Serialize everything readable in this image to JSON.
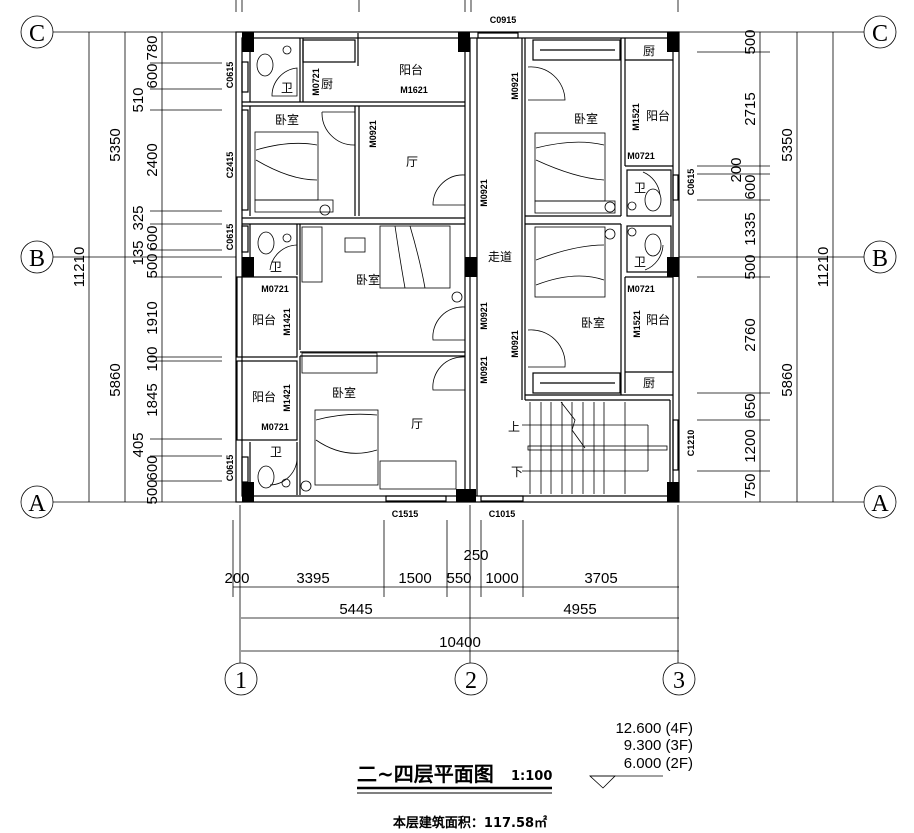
{
  "axes": {
    "rows": [
      "C",
      "B",
      "A"
    ],
    "cols": [
      "1",
      "2",
      "3"
    ]
  },
  "left_dims": {
    "total": "11210",
    "mid": [
      "5350",
      "5860"
    ],
    "segments": [
      "780",
      "600",
      "510",
      "2400",
      "325",
      "600",
      "135",
      "500",
      "1910",
      "100",
      "1845",
      "405",
      "600",
      "500"
    ]
  },
  "right_dims": {
    "total": "11210",
    "mid": [
      "5350",
      "5860"
    ],
    "segments": [
      "500",
      "2715",
      "200",
      "600",
      "1335",
      "500",
      "2760",
      "650",
      "1200",
      "750"
    ]
  },
  "bottom_dims": {
    "segments": [
      "200",
      "3395",
      "1500",
      "550",
      "250",
      "1000",
      "3705"
    ],
    "mid": [
      "5445",
      "4955"
    ],
    "total": "10400"
  },
  "rooms": {
    "bath": "卫",
    "kitchen": "厨",
    "balcony": "阳台",
    "bedroom": "卧室",
    "hall": "厅",
    "corridor": "走道",
    "up": "上",
    "down": "下"
  },
  "codes": {
    "m0721": "M0721",
    "m1621": "M1621",
    "m0921": "M0921",
    "m1521": "M1521",
    "m1421": "M1421",
    "c0615": "C0615",
    "c2415": "C2415",
    "c0915": "C0915",
    "c1515": "C1515",
    "c1015": "C1015",
    "c1210": "C1210"
  },
  "title": {
    "main": "二~四层平面图",
    "scale": "1:100",
    "area": "本层建筑面积：117.58㎡"
  },
  "elevations": [
    "12.600 (4F)",
    "9.300 (3F)",
    "6.000 (2F)"
  ]
}
